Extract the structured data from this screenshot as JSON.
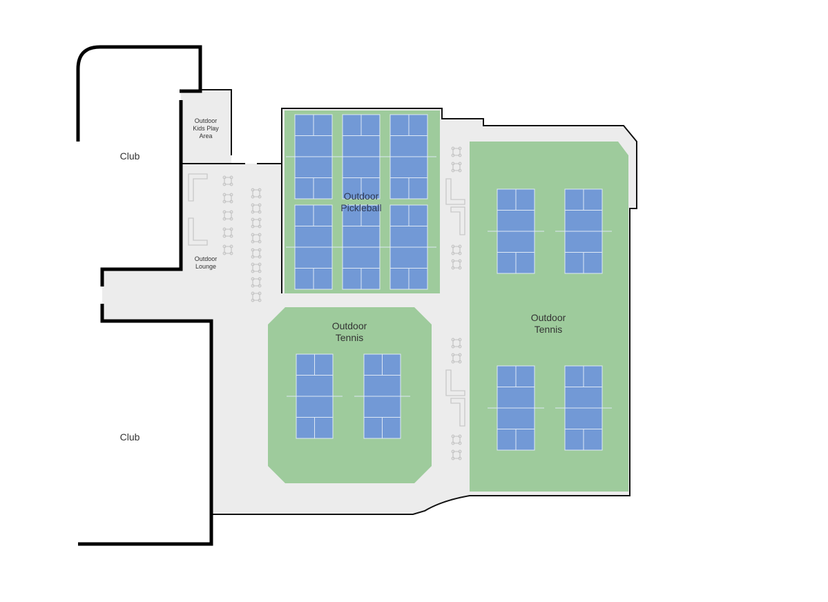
{
  "colors": {
    "floor": "#ececec",
    "grass": "#9ecb9c",
    "court": "#7299d6",
    "court_line": "#dfe9f5",
    "wall": "#000000"
  },
  "labels": {
    "club_top": "Club",
    "club_bottom": "Club",
    "kids": [
      "Outdoor",
      "Kids Play",
      "Area"
    ],
    "lounge": [
      "Outdoor",
      "Lounge"
    ],
    "pickleball": [
      "Outdoor",
      "Pickleball"
    ],
    "tennis_center": [
      "Outdoor",
      "Tennis"
    ],
    "tennis_right": [
      "Outdoor",
      "Tennis"
    ]
  },
  "counts": {
    "pickleball_courts": 6,
    "tennis_center_courts": 2,
    "tennis_right_courts": 4
  }
}
